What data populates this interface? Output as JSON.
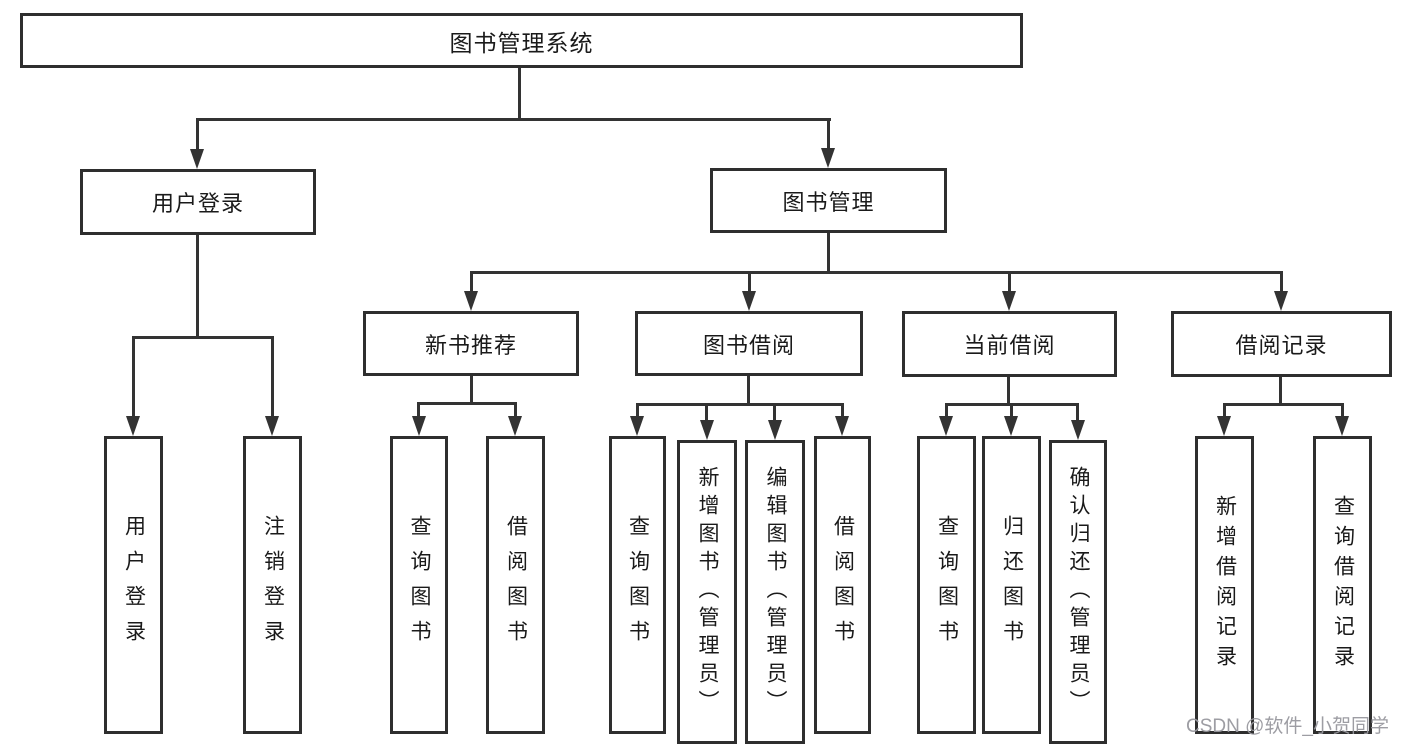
{
  "diagram": {
    "nodes": {
      "root": {
        "label": "图书管理系统"
      },
      "user_login": {
        "label": "用户登录"
      },
      "book_mgmt": {
        "label": "图书管理"
      },
      "new_book_rec": {
        "label": "新书推荐"
      },
      "book_borrow": {
        "label": "图书借阅"
      },
      "current_borrow": {
        "label": "当前借阅"
      },
      "borrow_records": {
        "label": "借阅记录"
      },
      "leaf_user_login": {
        "label": "用户登录"
      },
      "leaf_logout": {
        "label": "注销登录"
      },
      "leaf_nb_query": {
        "label": "查询图书"
      },
      "leaf_nb_borrow": {
        "label": "借阅图书"
      },
      "leaf_bb_query": {
        "label": "查询图书"
      },
      "leaf_bb_add": {
        "label": "新增图书（管理员）"
      },
      "leaf_bb_edit": {
        "label": "编辑图书（管理员）"
      },
      "leaf_bb_borrow": {
        "label": "借阅图书"
      },
      "leaf_cb_query": {
        "label": "查询图书"
      },
      "leaf_cb_return": {
        "label": "归还图书"
      },
      "leaf_cb_confirm": {
        "label": "确认归还（管理员）"
      },
      "leaf_br_add": {
        "label": "新增借阅记录"
      },
      "leaf_br_query": {
        "label": "查询借阅记录"
      }
    },
    "edges": [
      [
        "root",
        "user_login"
      ],
      [
        "root",
        "book_mgmt"
      ],
      [
        "user_login",
        "leaf_user_login"
      ],
      [
        "user_login",
        "leaf_logout"
      ],
      [
        "book_mgmt",
        "new_book_rec"
      ],
      [
        "book_mgmt",
        "book_borrow"
      ],
      [
        "book_mgmt",
        "current_borrow"
      ],
      [
        "book_mgmt",
        "borrow_records"
      ],
      [
        "new_book_rec",
        "leaf_nb_query"
      ],
      [
        "new_book_rec",
        "leaf_nb_borrow"
      ],
      [
        "book_borrow",
        "leaf_bb_query"
      ],
      [
        "book_borrow",
        "leaf_bb_add"
      ],
      [
        "book_borrow",
        "leaf_bb_edit"
      ],
      [
        "book_borrow",
        "leaf_bb_borrow"
      ],
      [
        "current_borrow",
        "leaf_cb_query"
      ],
      [
        "current_borrow",
        "leaf_cb_return"
      ],
      [
        "current_borrow",
        "leaf_cb_confirm"
      ],
      [
        "borrow_records",
        "leaf_br_add"
      ],
      [
        "borrow_records",
        "leaf_br_query"
      ]
    ]
  },
  "watermark": {
    "text": "CSDN @软件_小贺同学"
  },
  "colors": {
    "line": "#333333",
    "box_border": "#2e2e2e",
    "text": "#1a1a1a",
    "watermark": "#98989e",
    "background": "#ffffff"
  }
}
